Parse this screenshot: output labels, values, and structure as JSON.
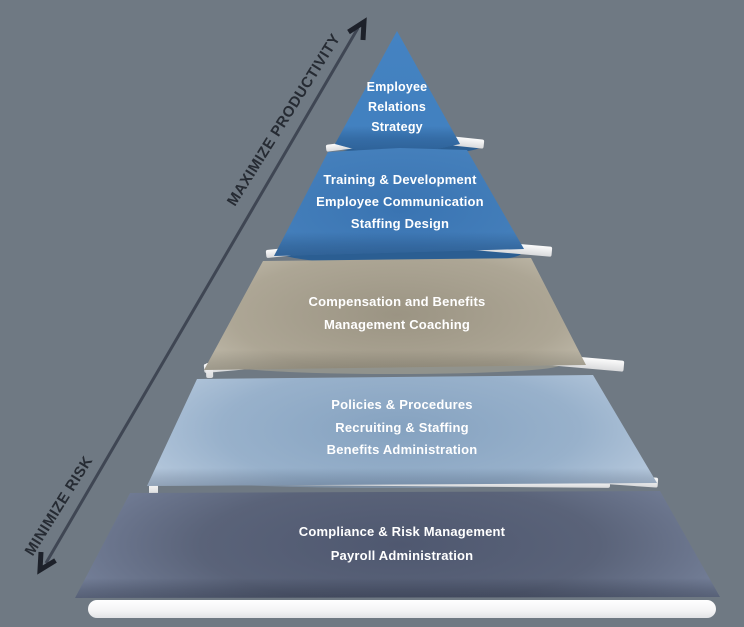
{
  "background": "#6f7983",
  "axis_arrow": {
    "labels": {
      "top": "MAXIMIZE PRODUCTIVITY",
      "bottom": "MINIMIZE RISK"
    },
    "line_color": "#3f4653",
    "arrowhead_color": "#1d212a",
    "label_color": "#262b33"
  },
  "pyramid": {
    "levels": [
      {
        "id": "employee-relations-strategy",
        "lines": [
          "Employee",
          "Relations",
          "Strategy"
        ],
        "fill_center": "#4180bf",
        "fill_edge": "#4e8ac6",
        "text_color": "#ffffff"
      },
      {
        "id": "training-development",
        "lines": [
          "Training & Development",
          "Employee Communication",
          "Staffing Design"
        ],
        "fill_center": "#3a74b2",
        "fill_edge": "#5f96cc",
        "text_color": "#ffffff"
      },
      {
        "id": "compensation-benefits",
        "lines": [
          "Compensation and Benefits",
          "Management Coaching"
        ],
        "fill_center": "#9b9483",
        "fill_edge": "#dcd8ca",
        "text_color": "#ffffff"
      },
      {
        "id": "policies-procedures",
        "lines": [
          "Policies & Procedures",
          "Recruiting & Staffing",
          "Benefits Administration"
        ],
        "fill_center": "#85a2c0",
        "fill_edge": "#cbd9e9",
        "text_color": "#ffffff"
      },
      {
        "id": "compliance-risk",
        "lines": [
          "Compliance & Risk Management",
          "Payroll Administration"
        ],
        "fill_center": "#4f5870",
        "fill_edge": "#7e8aa4",
        "text_color": "#ffffff"
      }
    ]
  }
}
